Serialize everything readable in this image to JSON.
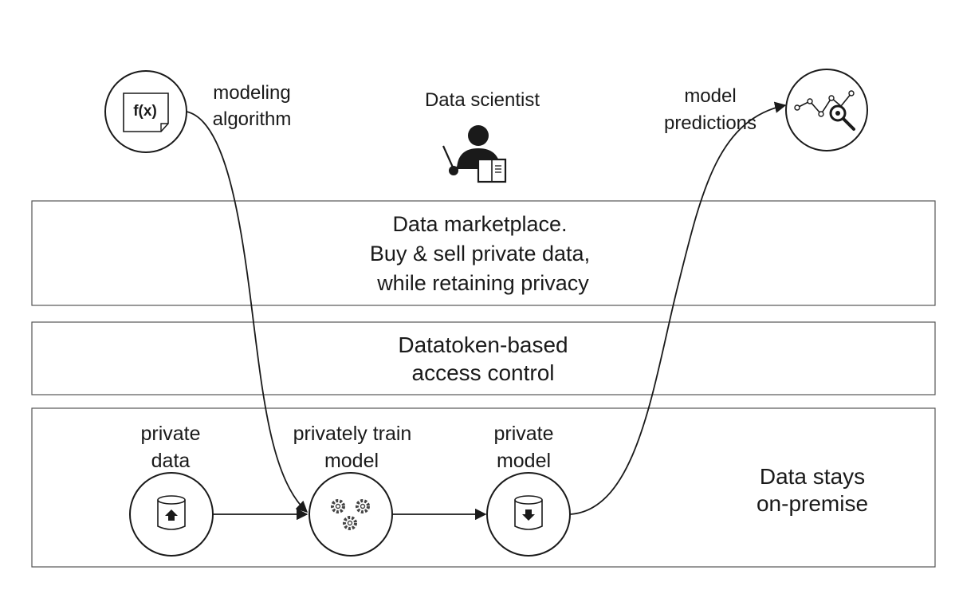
{
  "top": {
    "algorithm_label": [
      "modeling",
      "algorithm"
    ],
    "fx_text": "f(x)",
    "scientist_label": "Data scientist",
    "predictions_label": [
      "model",
      "predictions"
    ]
  },
  "layers": {
    "marketplace": [
      "Data marketplace.",
      "Buy & sell private data,",
      "while retaining privacy"
    ],
    "access": [
      "Datatoken-based",
      "access control"
    ],
    "onpremise": [
      "Data stays",
      "on-premise"
    ]
  },
  "nodes": {
    "private_data": [
      "private",
      "data"
    ],
    "train": [
      "privately train",
      "model"
    ],
    "private_model": [
      "private",
      "model"
    ]
  },
  "icons": {
    "algorithm": "function-document-icon",
    "scientist": "data-scientist-icon",
    "predictions": "line-chart-magnifier-icon",
    "private_data": "database-upload-icon",
    "train": "gears-icon",
    "private_model": "database-download-icon"
  },
  "colors": {
    "stroke": "#1a1a1a",
    "box": "#555555",
    "background": "#ffffff"
  }
}
